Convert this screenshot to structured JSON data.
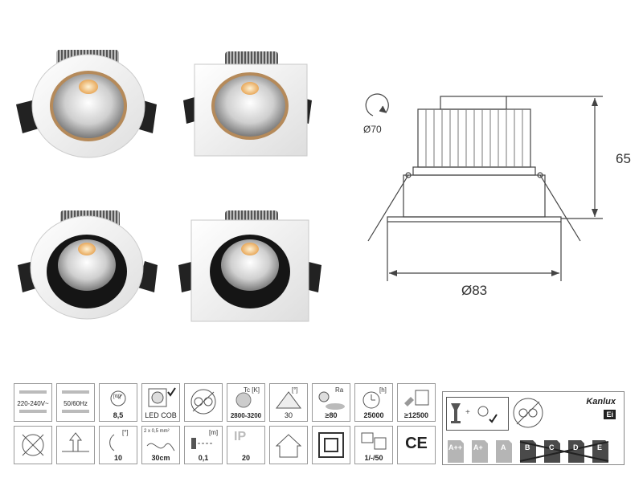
{
  "drawing": {
    "cutout_diameter": "Ø70",
    "outer_diameter": "Ø83",
    "height": "65"
  },
  "icons_row1": [
    {
      "name": "voltage",
      "label": "220-240V~"
    },
    {
      "name": "frequency",
      "label": "50/60Hz"
    },
    {
      "name": "power",
      "label": "8,5",
      "unit": "[W]"
    },
    {
      "name": "led-cob",
      "label": "LED COB"
    },
    {
      "name": "bulb-replaceable",
      "label": ""
    },
    {
      "name": "color-temperature",
      "label": "2800-3200",
      "unit": "Tc [K]"
    },
    {
      "name": "beam-angle",
      "label": "30",
      "unit": "[°]"
    },
    {
      "name": "color-rendering",
      "label": "≥80",
      "unit": "Ra"
    },
    {
      "name": "lifetime",
      "label": "25000",
      "unit": "[h]"
    },
    {
      "name": "switching-cycles",
      "label": "≥12500"
    }
  ],
  "icons_row2": [
    {
      "name": "no-dimming",
      "label": ""
    },
    {
      "name": "mounting",
      "label": ""
    },
    {
      "name": "tilt",
      "label": "10",
      "unit": "[°]"
    },
    {
      "name": "cable",
      "label": "30cm",
      "unit": "2 x 0,5 mm²"
    },
    {
      "name": "distance",
      "label": "0,1",
      "unit": "[m]"
    },
    {
      "name": "ip-rating",
      "label": "20",
      "unit": "IP"
    },
    {
      "name": "indoor",
      "label": ""
    },
    {
      "name": "class-ii",
      "label": ""
    },
    {
      "name": "packaging",
      "label": "1/-/50"
    },
    {
      "name": "ce-mark",
      "label": "CE"
    }
  ],
  "energy_label": {
    "brand": "Kanlux",
    "badge": "Ei",
    "classes": [
      "A++",
      "A+",
      "A",
      "B",
      "C",
      "D",
      "E"
    ],
    "colors": {
      "available": "#b5b5b5",
      "excluded": "#4a4a4a"
    }
  }
}
